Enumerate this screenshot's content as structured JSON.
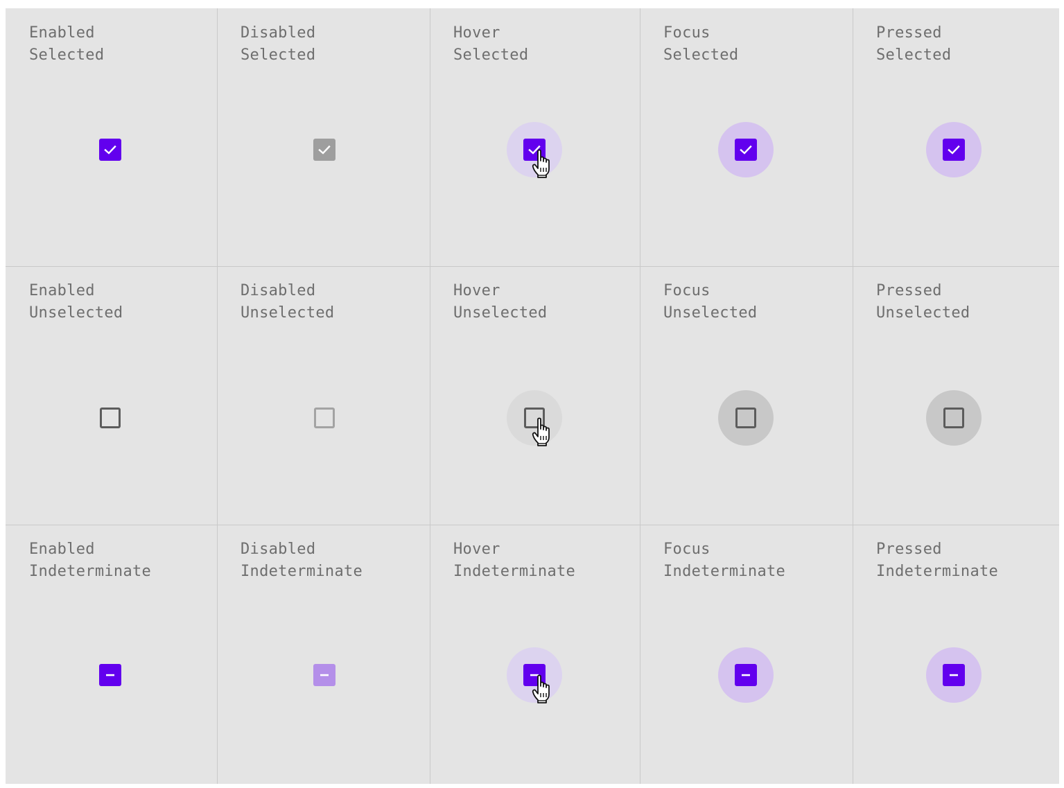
{
  "colors": {
    "primary": "#6200ee",
    "disabled_fill": "#9e9e9e",
    "disabled_indeterminate_fill": "#b48fe9",
    "unselected_border": "#5c5c5c",
    "disabled_border": "#a3a3a3",
    "hover_halo_selected": "#dcd3ef",
    "focus_halo_selected": "#d5c3ef",
    "hover_halo_unselected": "#dadada",
    "focus_halo_unselected": "#c8c8c8"
  },
  "rows": [
    {
      "name": "selected",
      "cells": [
        {
          "state": "enabled",
          "line1": "Enabled",
          "line2": "Selected",
          "icon": "check-icon"
        },
        {
          "state": "disabled",
          "line1": "Disabled",
          "line2": "Selected",
          "icon": "check-icon"
        },
        {
          "state": "hover",
          "line1": "Hover",
          "line2": "Selected",
          "icon": "check-icon",
          "cursor": "hand-pointer-cursor-icon"
        },
        {
          "state": "focus",
          "line1": "Focus",
          "line2": "Selected",
          "icon": "check-icon"
        },
        {
          "state": "pressed",
          "line1": "Pressed",
          "line2": "Selected",
          "icon": "check-icon"
        }
      ]
    },
    {
      "name": "unselected",
      "cells": [
        {
          "state": "enabled",
          "line1": "Enabled",
          "line2": "Unselected"
        },
        {
          "state": "disabled",
          "line1": "Disabled",
          "line2": "Unselected"
        },
        {
          "state": "hover",
          "line1": "Hover",
          "line2": "Unselected",
          "cursor": "hand-pointer-cursor-icon"
        },
        {
          "state": "focus",
          "line1": "Focus",
          "line2": "Unselected"
        },
        {
          "state": "pressed",
          "line1": "Pressed",
          "line2": "Unselected"
        }
      ]
    },
    {
      "name": "indeterminate",
      "cells": [
        {
          "state": "enabled",
          "line1": "Enabled",
          "line2": "Indeterminate",
          "icon": "minus-icon"
        },
        {
          "state": "disabled",
          "line1": "Disabled",
          "line2": "Indeterminate",
          "icon": "minus-icon"
        },
        {
          "state": "hover",
          "line1": "Hover",
          "line2": "Indeterminate",
          "icon": "minus-icon",
          "cursor": "hand-pointer-cursor-icon"
        },
        {
          "state": "focus",
          "line1": "Focus",
          "line2": "Indeterminate",
          "icon": "minus-icon"
        },
        {
          "state": "pressed",
          "line1": "Pressed",
          "line2": "Indeterminate",
          "icon": "minus-icon"
        }
      ]
    }
  ]
}
